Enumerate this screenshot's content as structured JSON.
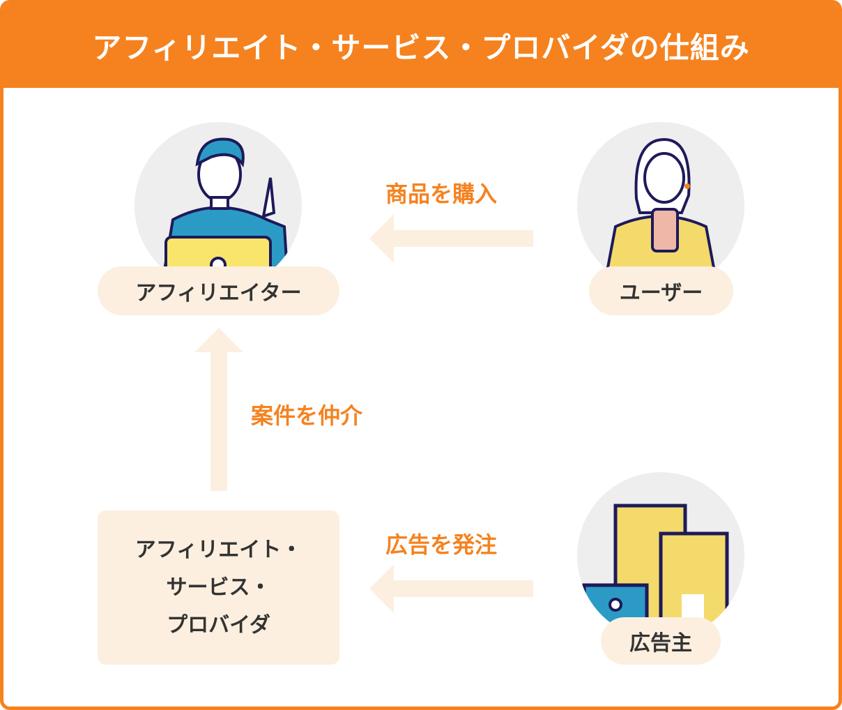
{
  "title": "アフィリエイト・サービス・プロバイダの仕組み",
  "nodes": {
    "affiliate": "アフィリエイター",
    "user": "ユーザー",
    "advertiser": "広告主",
    "asp_lines": [
      "アフィリエイト・",
      "サービス・",
      "プロバイダ"
    ]
  },
  "edges": {
    "user_to_affiliate": "商品を購入",
    "asp_to_affiliate": "案件を仲介",
    "advertiser_to_asp": "広告を発注"
  },
  "colors": {
    "accent": "#F5821F",
    "soft": "#FCEFDF",
    "circle": "#EEEEEE"
  }
}
